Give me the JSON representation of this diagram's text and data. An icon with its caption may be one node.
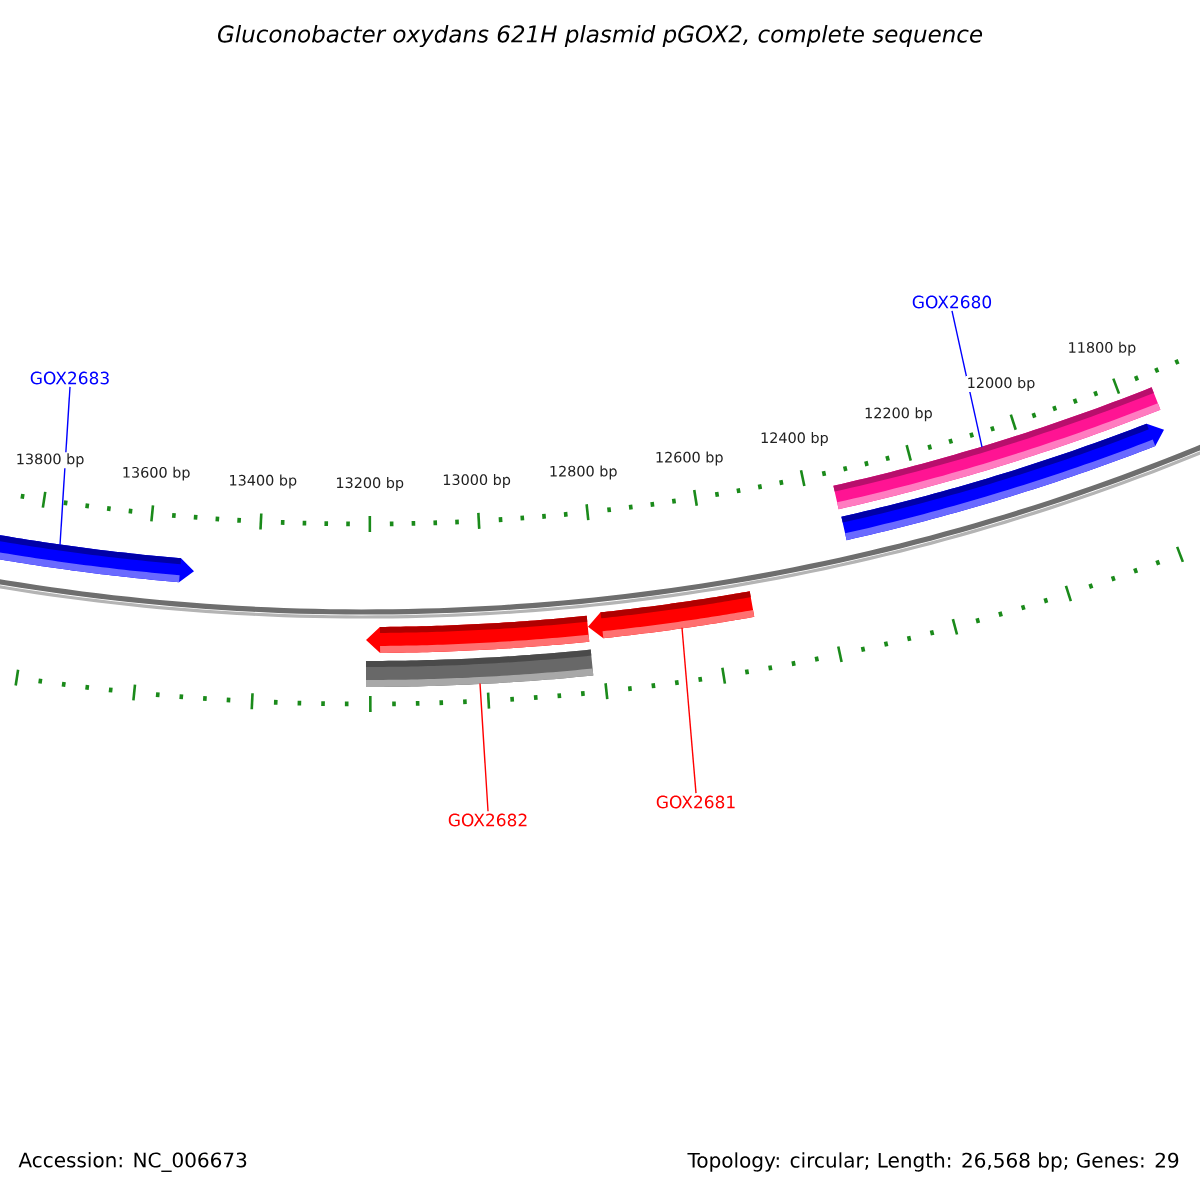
{
  "diagram": {
    "title": "Gluconobacter oxydans 621H plasmid pGOX2, complete sequence",
    "nodes": [
      {
        "text": [
          "GOX2680"
        ]
      },
      {
        "text": [
          "GOX2683"
        ]
      },
      {
        "text": [],
        "shape": "bar"
      },
      {
        "text": [],
        "shape": "arrow"
      },
      {
        "text": [],
        "shape": "arrow"
      },
      {
        "text": [],
        "shape": "arrow"
      },
      {
        "text": [],
        "shape": "arrow"
      },
      {
        "text": [],
        "shape": "bar"
      },
      {
        "text": [
          "GOX2681"
        ]
      },
      {
        "text": [
          "GOX2682"
        ]
      }
    ],
    "edges": [
      {
        "from": 0,
        "to": 2,
        "arrow": "none",
        "color": "#0000ff"
      },
      {
        "from": 1,
        "to": 4,
        "arrow": "none",
        "color": "#0000ff"
      },
      {
        "from": 8,
        "to": 5,
        "arrow": "none",
        "color": "#ff0000"
      },
      {
        "from": 9,
        "to": 7,
        "arrow": "none",
        "color": "#ff0000"
      }
    ],
    "labels": [
      "13800 bp",
      "13600 bp",
      "13400 bp",
      "13200 bp",
      "13000 bp",
      "12800 bp",
      "12600 bp",
      "12400 bp",
      "12200 bp",
      "12000 bp",
      "11800 bp",
      "Accession: NC_006673",
      "Topology: circular; Length: 26,568 bp; Genes: 29"
    ]
  }
}
